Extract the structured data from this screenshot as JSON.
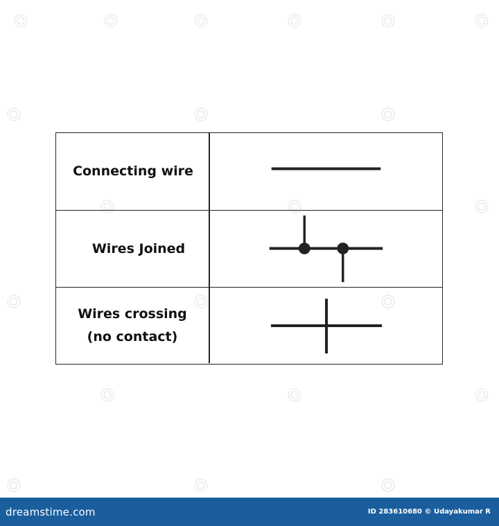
{
  "rows": [
    {
      "label": "Connecting wire",
      "symbol_icon": "connecting-wire-symbol"
    },
    {
      "label": "Wires Joined",
      "symbol_icon": "wires-joined-symbol"
    },
    {
      "label": "Wires crossing\n(no contact)",
      "symbol_icon": "wires-crossing-symbol"
    }
  ],
  "footer": {
    "brand": "dreamstime.com",
    "credit": "ID 283610680 © Udayakumar R",
    "background_color": "#1a5e9e"
  },
  "colors": {
    "line": "#222222",
    "background": "#ffffff"
  }
}
